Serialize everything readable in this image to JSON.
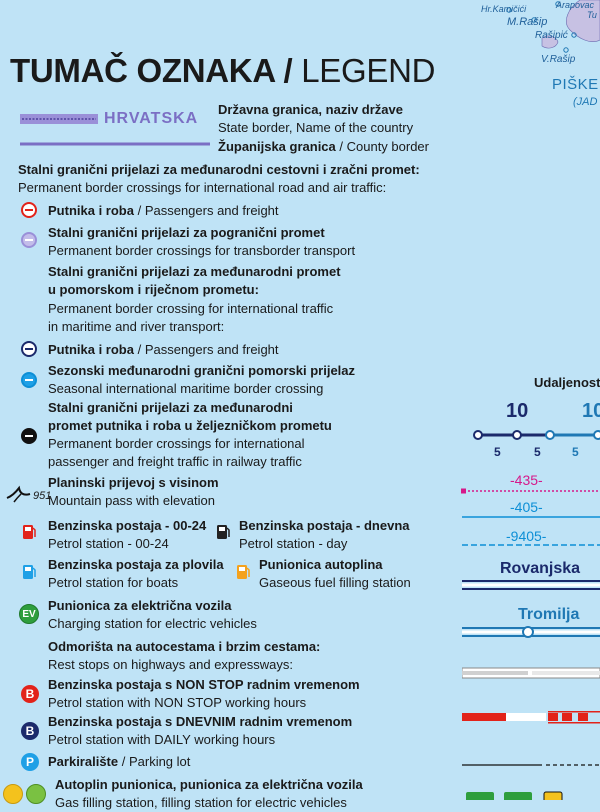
{
  "map_places": {
    "hr_kamicici": "Hr.Kamičići",
    "m_rasip": "M.Rašip",
    "arapovac": "Arapovac",
    "tu": "Tu",
    "rasipic": "Rašipić",
    "v_rasip": "V.Rašip",
    "piske": "PIŠKE",
    "jad": "(JAD"
  },
  "legend": {
    "title_bold": "TUMAČ OZNAKA /",
    "title_normal": "LEGEND",
    "hrvatska": "HRVATSKA",
    "state_border_hr": "Državna granica, naziv države",
    "state_border_en": "State border, Name of the country",
    "county_border_hr": "Županijska granica",
    "county_border_en": "/ County border",
    "perm_road_air_hr": "Stalni granični prijelazi za međunarodni cestovni i zračni promet:",
    "perm_road_air_en": "Permanent border crossings for international road and air traffic:",
    "pass_freight_1_hr": "Putnika i roba",
    "pass_freight_1_en": "/ Passengers and freight",
    "transborder_hr": "Stalni granični prijelazi za pogranični promet",
    "transborder_en": "Permanent border crossings for transborder transport",
    "maritime_hr_1": "Stalni granični prijelazi za međunarodni promet",
    "maritime_hr_2": "u pomorskom i riječnom prometu:",
    "maritime_en_1": "Permanent border crossing for international traffic",
    "maritime_en_2": "in maritime and river transport:",
    "pass_freight_2_hr": "Putnika i roba",
    "pass_freight_2_en": "/ Passengers and freight",
    "seasonal_hr": "Sezonski međunarodni granični pomorski prijelaz",
    "seasonal_en": "Seasonal international maritime border crossing",
    "railway_hr_1": "Stalni granični prijelazi za međunarodni",
    "railway_hr_2": "promet putnika i roba u željezničkom prometu",
    "railway_en_1": "Permanent border crossings for international",
    "railway_en_2": "passenger and freight traffic in railway traffic",
    "pass_elevation": "951",
    "mountain_pass_hr": "Planinski prijevoj s visinom",
    "mountain_pass_en": "Mountain pass with elevation",
    "petrol_24_hr": "Benzinska postaja - 00-24",
    "petrol_24_en": "Petrol station - 00-24",
    "petrol_day_hr": "Benzinska postaja - dnevna",
    "petrol_day_en": "Petrol station - day",
    "petrol_boats_hr": "Benzinska postaja za plovila",
    "petrol_boats_en": "Petrol station for boats",
    "gas_fill_hr": "Punionica autoplina",
    "gas_fill_en": "Gaseous fuel filling station",
    "ev_label": "EV",
    "ev_hr": "Punionica za električna vozila",
    "ev_en": "Charging station for electric vehicles",
    "rest_stops_hr": "Odmorišta na autocestama i brzim cestama:",
    "rest_stops_en": "Rest stops on highways and expressways:",
    "b_label": "B",
    "nonstop_hr": "Benzinska postaja s NON STOP radnim vremenom",
    "nonstop_en": "Petrol station with NON STOP working hours",
    "daily_hr": "Benzinska postaja s DNEVNIM radnim vremenom",
    "daily_en": "Petrol station with DAILY working hours",
    "p_label": "P",
    "parking_hr": "Parkiralište",
    "parking_en": "/ Parking lot",
    "autoplin_ev_hr": "Autoplin punionica, punionica za električna vozila",
    "autoplin_ev_en": "Gas filling station, filling station for electric vehicles"
  },
  "roads": {
    "distance_title": "Udaljenost",
    "big_km_1": "10",
    "big_km_2": "10",
    "small_km_1": "5",
    "small_km_2": "5",
    "small_km_3": "5",
    "road_435": "-435-",
    "road_405": "-405-",
    "road_9405": "-9405-",
    "tunnel_1": "Rovanjska",
    "tunnel_2": "Tromilja"
  },
  "colors": {
    "background": "#bfe3f6",
    "state_border": "#7b6fc4",
    "accent_blue": "#1f78b4",
    "red": "#e2231a",
    "magenta": "#d6198a"
  }
}
